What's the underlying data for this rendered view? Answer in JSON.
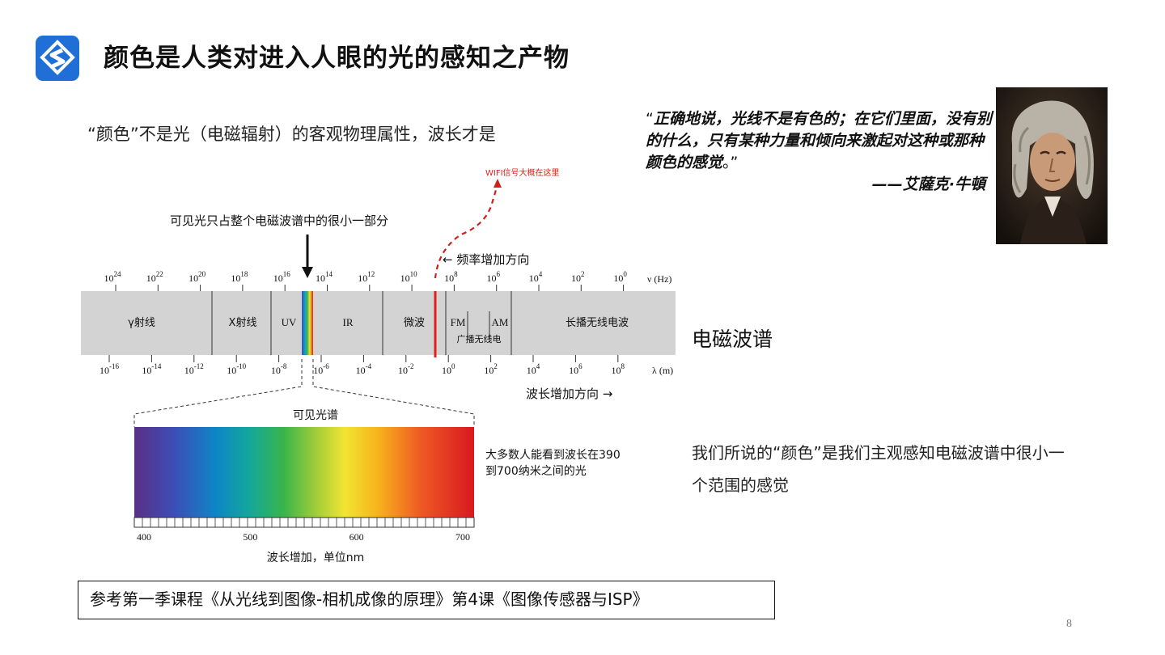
{
  "header": {
    "title": "颜色是人类对进入人眼的光的感知之产物"
  },
  "subtitle": "“颜色”不是光（电磁辐射）的客观物理属性，波长才是",
  "quote": {
    "open": "“",
    "text": "正确地说，光线不是有色的；在它们里面，没有别的什么，只有某种力量和倾向来激起对这种或那种颜色的感觉",
    "close": "。”",
    "attribution": "——艾薩克·牛頓"
  },
  "diagram": {
    "wifi_note": "WIFI信号大概在这里",
    "visible_note": "可见光只占整个电磁波谱中的很小一部分",
    "freq_direction": "频率增加方向",
    "wavelength_direction": "波长增加方向 →",
    "freq_unit": "ν (Hz)",
    "wavelength_unit": "λ (m)",
    "freq_ticks": [
      "24",
      "22",
      "20",
      "18",
      "16",
      "14",
      "12",
      "10",
      "8",
      "6",
      "4",
      "2",
      "0"
    ],
    "wave_ticks": [
      "-16",
      "-14",
      "-12",
      "-10",
      "-8",
      "-6",
      "-4",
      "-2",
      "0",
      "2",
      "4",
      "6",
      "8"
    ],
    "bands": {
      "gamma": "γ射线",
      "xray": "X射线",
      "uv": "UV",
      "ir": "IR",
      "microwave": "微波",
      "fm": "FM",
      "am": "AM",
      "radio": "广播无线电",
      "longwave": "长播无线电波"
    },
    "visible_title": "可见光谱",
    "visible_range_note_1": "大多数人能看到波长在390",
    "visible_range_note_2": "到700纳米之间的光",
    "nm_ticks": [
      "400",
      "500",
      "600",
      "700"
    ],
    "nm_axis_label": "波长增加，单位nm"
  },
  "em_label": "电磁波谱",
  "perception": "我们所说的“颜色”是我们主观感知电磁波谱中很小一个范围的感觉",
  "reference": "参考第一季课程《从光线到图像-相机成像的原理》第4课《图像传感器与ISP》",
  "page_number": "8",
  "colors": {
    "accent": "#1f6fd6",
    "band_bg": "#d3d3d3",
    "wifi": "#e0201b"
  }
}
